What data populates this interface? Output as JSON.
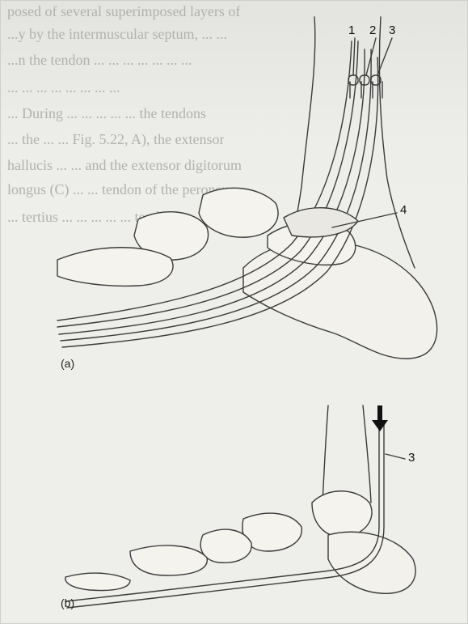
{
  "figure": {
    "panel_a_label": "(a)",
    "panel_b_label": "(b)",
    "callouts": {
      "tendon_1": "1",
      "tendon_2": "2",
      "tendon_3": "3",
      "retinaculum_4": "4",
      "tendon_3_panel_b": "3"
    }
  },
  "background_text": {
    "lines": [
      "posed of several superimposed layers of",
      "...y by the intermuscular septum, ... ...",
      "...n the tendon ... ... ... ... ... ... ...",
      "... ... ... ... ... ... ... ...",
      "... During ... ... ... ... ... the tendons",
      "... the ... ... Fig. 5.22, A), the extensor",
      "hallucis ... ... and the extensor digitorum",
      "longus (C) ... ... tendon of the peroneus",
      "... tertius ... ... ... ... ... tendon"
    ]
  }
}
